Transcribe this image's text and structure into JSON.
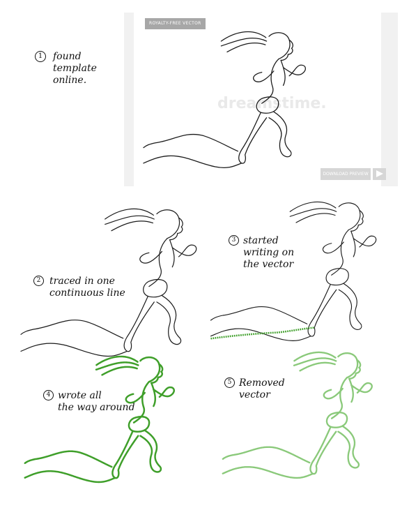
{
  "steps": [
    {
      "number": "1",
      "text": "found\ntemplate\nonline."
    },
    {
      "number": "2",
      "text": "traced in one\ncontinuous line"
    },
    {
      "number": "3",
      "text": "started\nwriting on\nthe vector"
    },
    {
      "number": "4",
      "text": "wrote all\nthe way around"
    },
    {
      "number": "5",
      "text": "Removed\nvector"
    }
  ],
  "stock_preview": {
    "badge": "ROYALTY-FREE VECTOR",
    "watermark": "dreamstime.",
    "download_label": "DOWNLOAD PREVIEW",
    "send_icon": "send-icon"
  },
  "colors": {
    "outline": "#1a1a1a",
    "writing": "#3f9f2a",
    "writing_light": "#8ac97a"
  }
}
